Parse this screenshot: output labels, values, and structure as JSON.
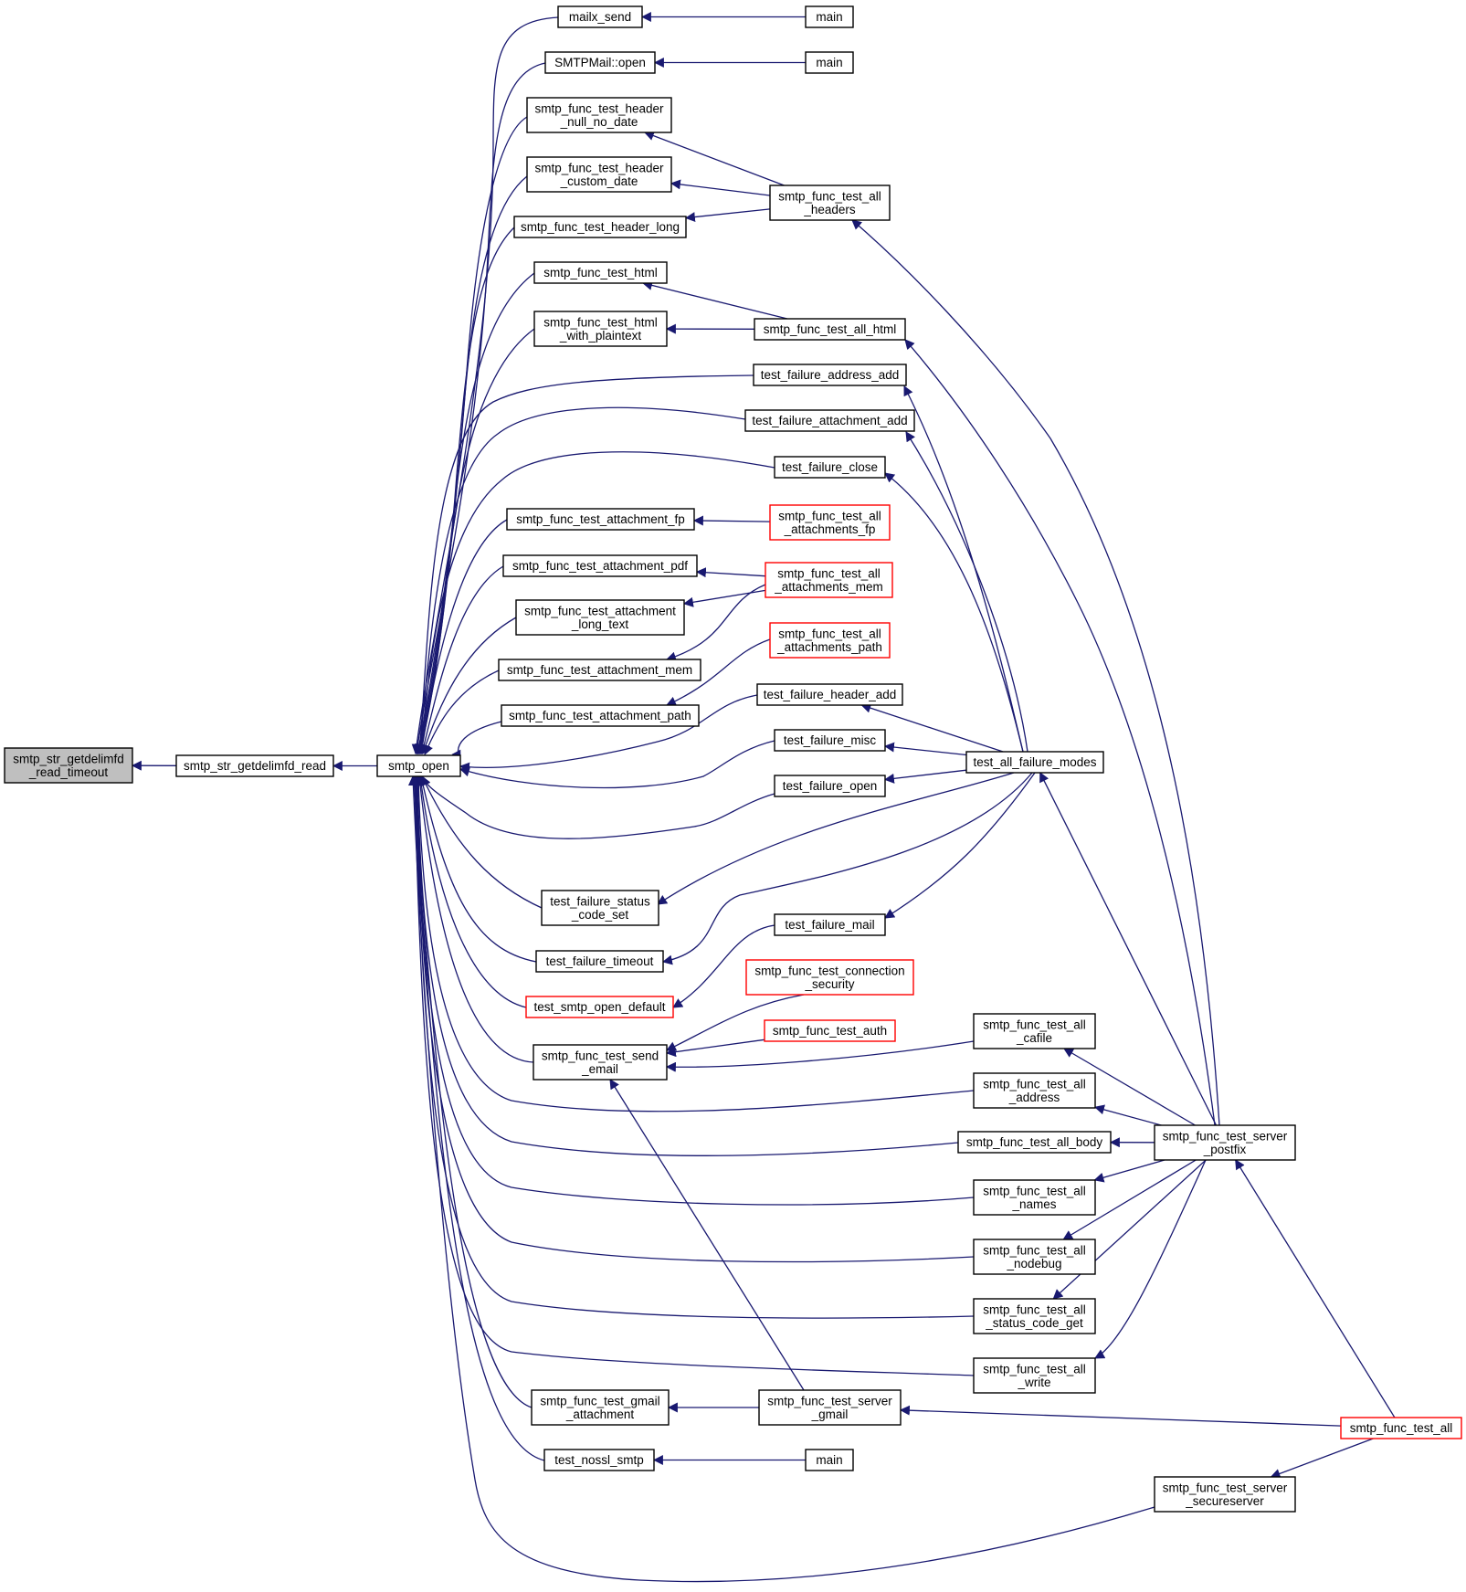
{
  "colors": {
    "edge": "#191970",
    "node_border": "#000000",
    "link_border": "#ff0000",
    "focus_fill": "#bfbfbf",
    "background": "#ffffff"
  },
  "nodes": {
    "root": {
      "lines": [
        "smtp_str_getdelimfd",
        "_read_timeout"
      ],
      "style": "focus"
    },
    "getdelim_read": {
      "lines": [
        "smtp_str_getdelimfd_read"
      ]
    },
    "smtp_open": {
      "lines": [
        "smtp_open"
      ]
    },
    "mailx_send": {
      "lines": [
        "mailx_send"
      ]
    },
    "smtpmail_open": {
      "lines": [
        "SMTPMail::open"
      ]
    },
    "hdr_null": {
      "lines": [
        "smtp_func_test_header",
        "_null_no_date"
      ]
    },
    "hdr_custom": {
      "lines": [
        "smtp_func_test_header",
        "_custom_date"
      ]
    },
    "hdr_long": {
      "lines": [
        "smtp_func_test_header_long"
      ]
    },
    "html": {
      "lines": [
        "smtp_func_test_html"
      ]
    },
    "html_plain": {
      "lines": [
        "smtp_func_test_html",
        "_with_plaintext"
      ]
    },
    "att_fp": {
      "lines": [
        "smtp_func_test_attachment_fp"
      ]
    },
    "att_pdf": {
      "lines": [
        "smtp_func_test_attachment_pdf"
      ]
    },
    "att_long": {
      "lines": [
        "smtp_func_test_attachment",
        "_long_text"
      ]
    },
    "att_mem": {
      "lines": [
        "smtp_func_test_attachment_mem"
      ]
    },
    "att_path": {
      "lines": [
        "smtp_func_test_attachment_path"
      ]
    },
    "tf_status": {
      "lines": [
        "test_failure_status",
        "_code_set"
      ]
    },
    "tf_timeout": {
      "lines": [
        "test_failure_timeout"
      ]
    },
    "t_open_default": {
      "lines": [
        "test_smtp_open_default"
      ],
      "style": "red"
    },
    "send_email": {
      "lines": [
        "smtp_func_test_send",
        "_email"
      ]
    },
    "gmail_att": {
      "lines": [
        "smtp_func_test_gmail",
        "_attachment"
      ]
    },
    "nossl": {
      "lines": [
        "test_nossl_smtp"
      ]
    },
    "main1": {
      "lines": [
        "main"
      ]
    },
    "main2": {
      "lines": [
        "main"
      ]
    },
    "all_headers": {
      "lines": [
        "smtp_func_test_all",
        "_headers"
      ]
    },
    "all_html": {
      "lines": [
        "smtp_func_test_all_html"
      ]
    },
    "tf_addr": {
      "lines": [
        "test_failure_address_add"
      ]
    },
    "tf_attach": {
      "lines": [
        "test_failure_attachment_add"
      ]
    },
    "tf_close": {
      "lines": [
        "test_failure_close"
      ]
    },
    "all_att_fp": {
      "lines": [
        "smtp_func_test_all",
        "_attachments_fp"
      ],
      "style": "red"
    },
    "all_att_mem": {
      "lines": [
        "smtp_func_test_all",
        "_attachments_mem"
      ],
      "style": "red"
    },
    "all_att_path": {
      "lines": [
        "smtp_func_test_all",
        "_attachments_path"
      ],
      "style": "red"
    },
    "tf_header": {
      "lines": [
        "test_failure_header_add"
      ]
    },
    "tf_misc": {
      "lines": [
        "test_failure_misc"
      ]
    },
    "tf_open": {
      "lines": [
        "test_failure_open"
      ]
    },
    "tf_mail": {
      "lines": [
        "test_failure_mail"
      ]
    },
    "conn_sec": {
      "lines": [
        "smtp_func_test_connection",
        "_security"
      ],
      "style": "red"
    },
    "auth": {
      "lines": [
        "smtp_func_test_auth"
      ],
      "style": "red"
    },
    "server_gmail": {
      "lines": [
        "smtp_func_test_server",
        "_gmail"
      ]
    },
    "main3": {
      "lines": [
        "main"
      ]
    },
    "all_failure": {
      "lines": [
        "test_all_failure_modes"
      ]
    },
    "all_cafile": {
      "lines": [
        "smtp_func_test_all",
        "_cafile"
      ]
    },
    "all_address": {
      "lines": [
        "smtp_func_test_all",
        "_address"
      ]
    },
    "all_body": {
      "lines": [
        "smtp_func_test_all_body"
      ]
    },
    "all_names": {
      "lines": [
        "smtp_func_test_all",
        "_names"
      ]
    },
    "all_nodebug": {
      "lines": [
        "smtp_func_test_all",
        "_nodebug"
      ]
    },
    "all_status": {
      "lines": [
        "smtp_func_test_all",
        "_status_code_get"
      ]
    },
    "all_write": {
      "lines": [
        "smtp_func_test_all",
        "_write"
      ]
    },
    "server_postfix": {
      "lines": [
        "smtp_func_test_server",
        "_postfix"
      ]
    },
    "func_all": {
      "lines": [
        "smtp_func_test_all"
      ],
      "style": "red"
    },
    "server_secure": {
      "lines": [
        "smtp_func_test_server",
        "_secureserver"
      ]
    }
  }
}
